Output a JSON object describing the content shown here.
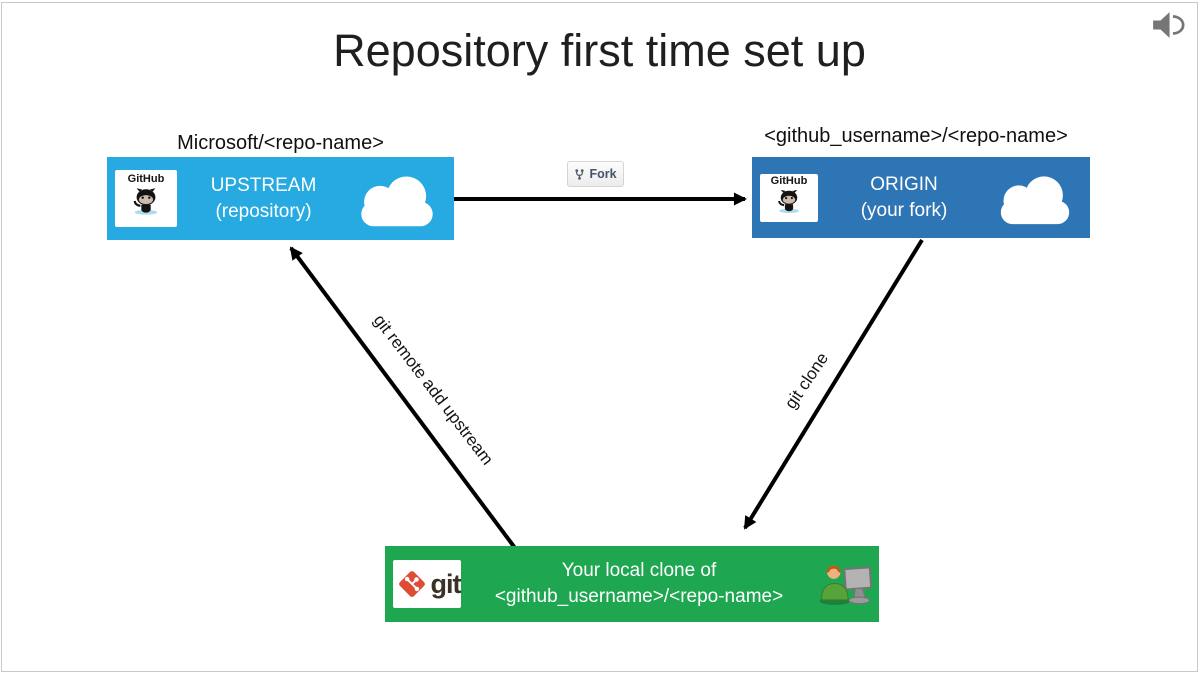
{
  "slide": {
    "title": "Repository first time set up"
  },
  "nodes": {
    "upstream": {
      "path_label": "Microsoft/<repo-name>",
      "title": "UPSTREAM",
      "subtitle": "(repository)",
      "logo": "GitHub",
      "color": "#27AAE1"
    },
    "origin": {
      "path_label": "<github_username>/<repo-name>",
      "title": "ORIGIN",
      "subtitle": "(your fork)",
      "logo": "GitHub",
      "color": "#2E75B6"
    },
    "local": {
      "title": "Your local clone of",
      "subtitle": "<github_username>/<repo-name>",
      "logo": "git",
      "color": "#1EA750"
    }
  },
  "edges": {
    "fork_button_label": "Fork",
    "clone_label": "git clone",
    "remote_label": "git remote add upstream"
  },
  "icons": {
    "speaker": "speaker-audio-icon",
    "cloud": "white-cloud-icon",
    "octocat": "github-octocat-icon",
    "git_diamond": "git-logo-diamond-icon",
    "person": "person-at-computer-icon",
    "fork": "repo-fork-icon"
  },
  "colors": {
    "arrow": "#000000",
    "upstream_box": "#27AAE1",
    "origin_box": "#2E75B6",
    "local_box": "#1EA750",
    "git_orange": "#DE4C36"
  }
}
